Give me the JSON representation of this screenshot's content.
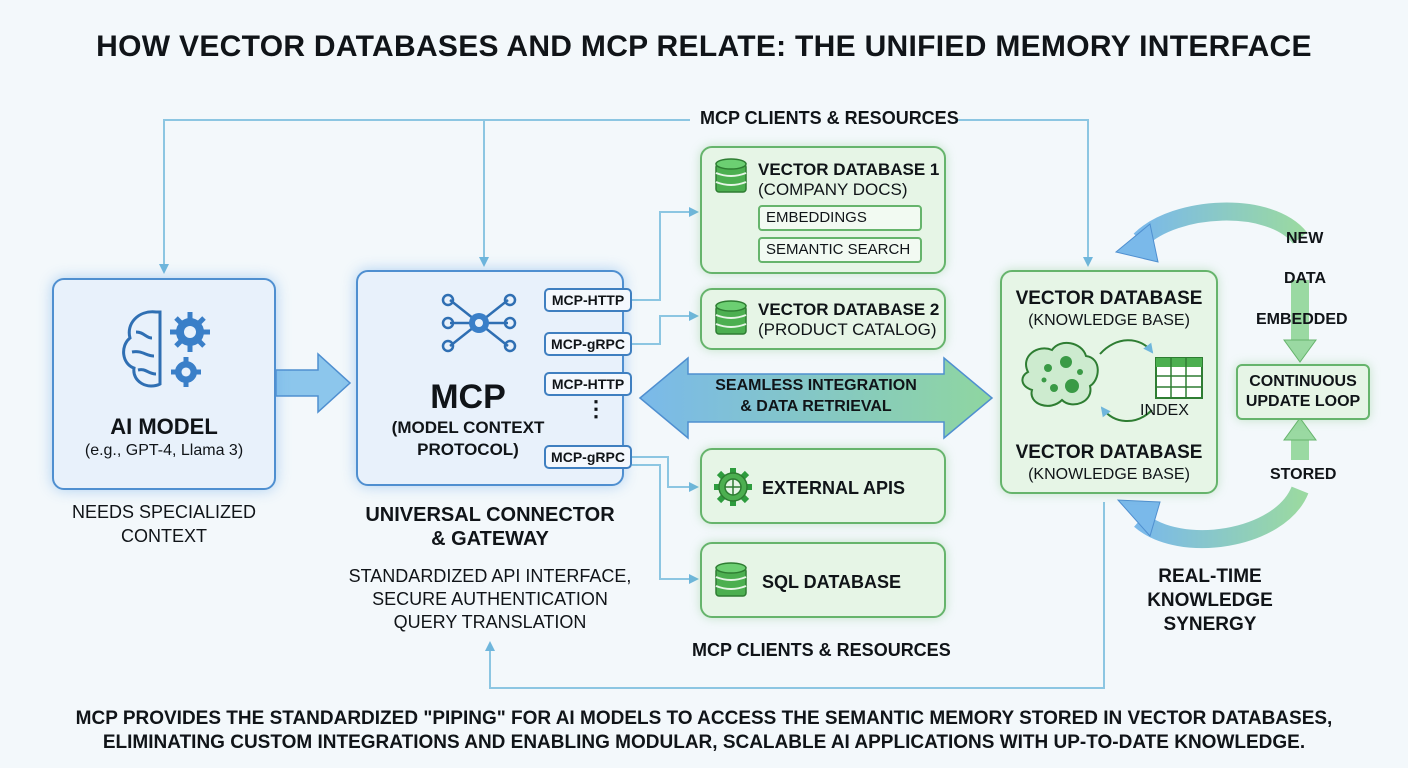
{
  "title": "HOW VECTOR DATABASES AND MCP RELATE: THE UNIFIED MEMORY INTERFACE",
  "top_label": "MCP CLIENTS & RESOURCES",
  "bottom_label": "MCP CLIENTS & RESOURCES",
  "ai_model": {
    "title": "AI MODEL",
    "subtitle": "(e.g., GPT-4, Llama 3)",
    "caption_1": "NEEDS SPECIALIZED",
    "caption_2": "CONTEXT"
  },
  "mcp": {
    "title": "MCP",
    "subtitle_1": "(MODEL CONTEXT",
    "subtitle_2": "PROTOCOL)",
    "ports": [
      "MCP-HTTP",
      "MCP-gRPC",
      "MCP-HTTP",
      "MCP-gRPC"
    ],
    "caption_title_1": "UNIVERSAL CONNECTOR",
    "caption_title_2": "& GATEWAY",
    "caption_1": "STANDARDIZED API INTERFACE,",
    "caption_2": "SECURE AUTHENTICATION",
    "caption_3": "QUERY TRANSLATION"
  },
  "resources": {
    "vdb1_title": "VECTOR DATABASE 1",
    "vdb1_subtitle": "(COMPANY DOCS)",
    "vdb1_items": [
      "EMBEDDINGS",
      "SEMANTIC SEARCH"
    ],
    "vdb2_title": "VECTOR DATABASE 2",
    "vdb2_subtitle": "(PRODUCT CATALOG)",
    "apis": "EXTERNAL APIS",
    "sql": "SQL DATABASE"
  },
  "integration": {
    "line_1": "SEAMLESS INTEGRATION",
    "line_2": "& DATA RETRIEVAL"
  },
  "knowledge": {
    "title_top": "VECTOR DATABASE",
    "subtitle_top": "(KNOWLEDGE BASE)",
    "index": "INDEX",
    "title_bottom": "VECTOR DATABASE",
    "subtitle_bottom": "(KNOWLEDGE BASE)"
  },
  "loop": {
    "new": "NEW",
    "data": "DATA",
    "embedded": "EMBEDDED",
    "box_1": "CONTINUOUS",
    "box_2": "UPDATE LOOP",
    "stored": "STORED",
    "synergy_1": "REAL-TIME",
    "synergy_2": "KNOWLEDGE",
    "synergy_3": "SYNERGY"
  },
  "footer": {
    "line_1": "MCP PROVIDES THE STANDARDIZED \"PIPING\" FOR AI MODELS TO ACCESS THE SEMANTIC MEMORY STORED IN VECTOR DATABASES,",
    "line_2": "ELIMINATING CUSTOM INTEGRATIONS AND ENABLING MODULAR, SCALABLE AI APPLICATIONS WITH UP-TO-DATE KNOWLEDGE."
  },
  "colors": {
    "blue_border": "#4f8fd0",
    "green_border": "#66b46c",
    "connector_line": "#8cc6e2"
  }
}
